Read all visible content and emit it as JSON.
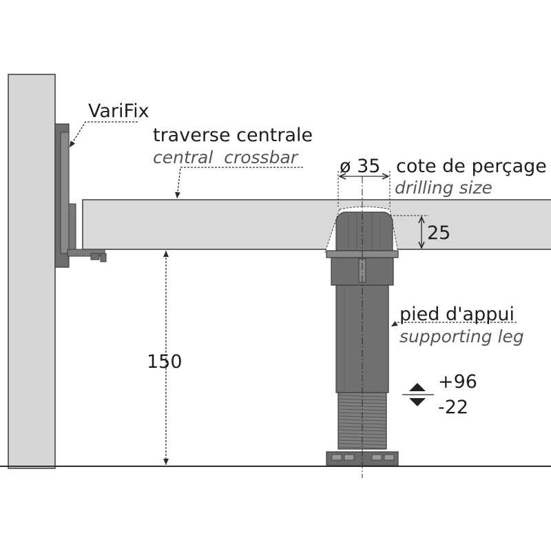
{
  "labels": {
    "varifix": "VariFix",
    "crossbar_fr": "traverse centrale",
    "crossbar_en": "central  crossbar",
    "diameter": "ø 35",
    "drilling_fr": "cote de perçage",
    "drilling_en": "drilling size",
    "depth": "25",
    "leg_fr": "pied d'appui",
    "leg_en": "supporting leg",
    "height": "150",
    "adjust_up": "+96",
    "adjust_down": "-22"
  },
  "colors": {
    "wall": "#d6d6d6",
    "crossbar": "#d9d9d9",
    "part_dark": "#6f6f6f",
    "part_mid": "#8a8a8a",
    "outline": "#3a3a3a",
    "text": "#1e1e1e",
    "italic_text": "#555555"
  },
  "icons": {
    "adjust": "up-down-arrows-icon"
  }
}
